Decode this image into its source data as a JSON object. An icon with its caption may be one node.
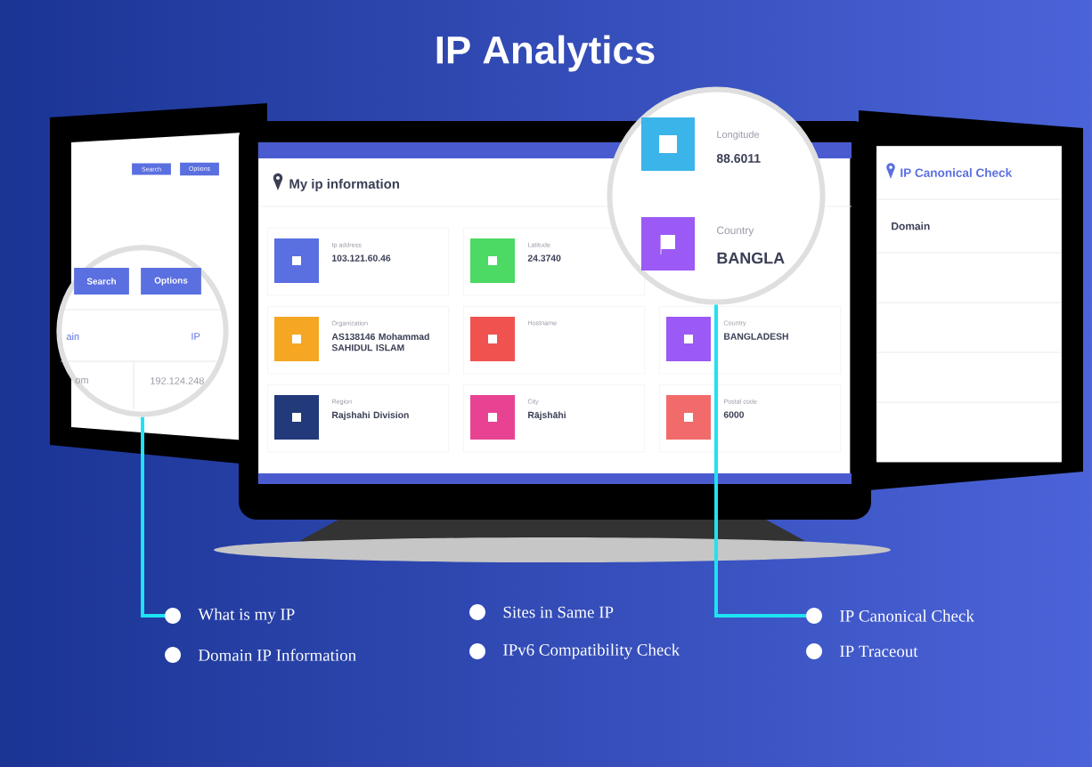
{
  "diagram": {
    "title": "IP Analytics",
    "nodes": [
      {
        "text": [
          "My ip information"
        ]
      },
      {
        "text": [
          "Ip address",
          "103.121.60.46"
        ],
        "in": 0
      },
      {
        "text": [
          "Latitude",
          "24.3740"
        ],
        "in": 0
      },
      {
        "text": [
          "Organization",
          "AS138146 Mohammad SAHIDUL ISLAM"
        ],
        "in": 0
      },
      {
        "text": [
          "Hostname"
        ],
        "in": 0
      },
      {
        "text": [
          "Country",
          "BANGLADESH"
        ],
        "in": 0
      },
      {
        "text": [
          "Region",
          "Rajshahi Division"
        ],
        "in": 0
      },
      {
        "text": [
          "City",
          "Rājshāhi"
        ],
        "in": 0
      },
      {
        "text": [
          "Postal code",
          "6000"
        ],
        "in": 0
      },
      {
        "text": [
          "IP Canonical Check",
          "Domain"
        ]
      },
      {
        "text": [
          "Search",
          "Options",
          "ain",
          "IP",
          "om",
          "192.124.248"
        ]
      },
      {
        "text": [
          "Longitude",
          "88.6011",
          "Country",
          "BANGLA"
        ]
      },
      {
        "text": [
          "What is my IP"
        ]
      },
      {
        "text": [
          "IP Canonical Check"
        ]
      }
    ],
    "edges": [
      {
        "from": 10,
        "to": 12,
        "arrow": "none"
      },
      {
        "from": 11,
        "to": 13,
        "arrow": "none"
      }
    ],
    "labels": [
      "Search",
      "Options",
      "Domain IP Information",
      "Sites in Same IP",
      "IPv6 Compatibility Check",
      "IP Traceout"
    ]
  }
}
